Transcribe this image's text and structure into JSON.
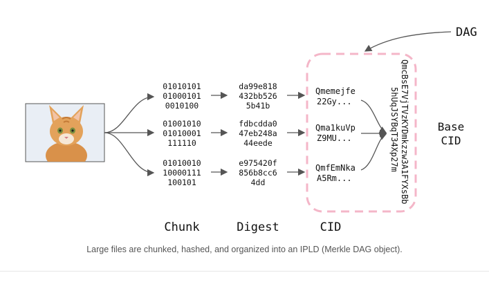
{
  "labels": {
    "dag": "DAG",
    "chunk": "Chunk",
    "digest": "Digest",
    "cid": "CID",
    "base_cid_1": "Base",
    "base_cid_2": "CID"
  },
  "rows": [
    {
      "chunk": [
        "01010101",
        "01000101",
        "0010100"
      ],
      "digest": [
        "da99e818",
        "432bb526",
        "5b41b"
      ],
      "cid": [
        "Qmemejfe",
        "22Gy..."
      ]
    },
    {
      "chunk": [
        "01001010",
        "01010001",
        "111110"
      ],
      "digest": [
        "fdbcdda0",
        "47eb248a",
        "44eede"
      ],
      "cid": [
        "Qma1kuVp",
        "Z9MU..."
      ]
    },
    {
      "chunk": [
        "01010010",
        "10000111",
        "100101"
      ],
      "digest": [
        "e975420f",
        "856b8cc6",
        "4dd"
      ],
      "cid": [
        "QmfEmNka",
        "A5Rm..."
      ]
    }
  ],
  "base_cid_value": [
    "QmcBsE7VjTVzKYDmkzzw3A1FYXsBb",
    "5hUqJSYBqT34Xp27m"
  ],
  "caption": "Large files are chunked, hashed, and organized into an IPLD (Merkle DAG object).",
  "image": {
    "subject": "kitten-photo"
  },
  "colors": {
    "dag_border": "#f4b6c8",
    "arrow": "#555555",
    "text": "#111111",
    "caption": "#555555"
  }
}
